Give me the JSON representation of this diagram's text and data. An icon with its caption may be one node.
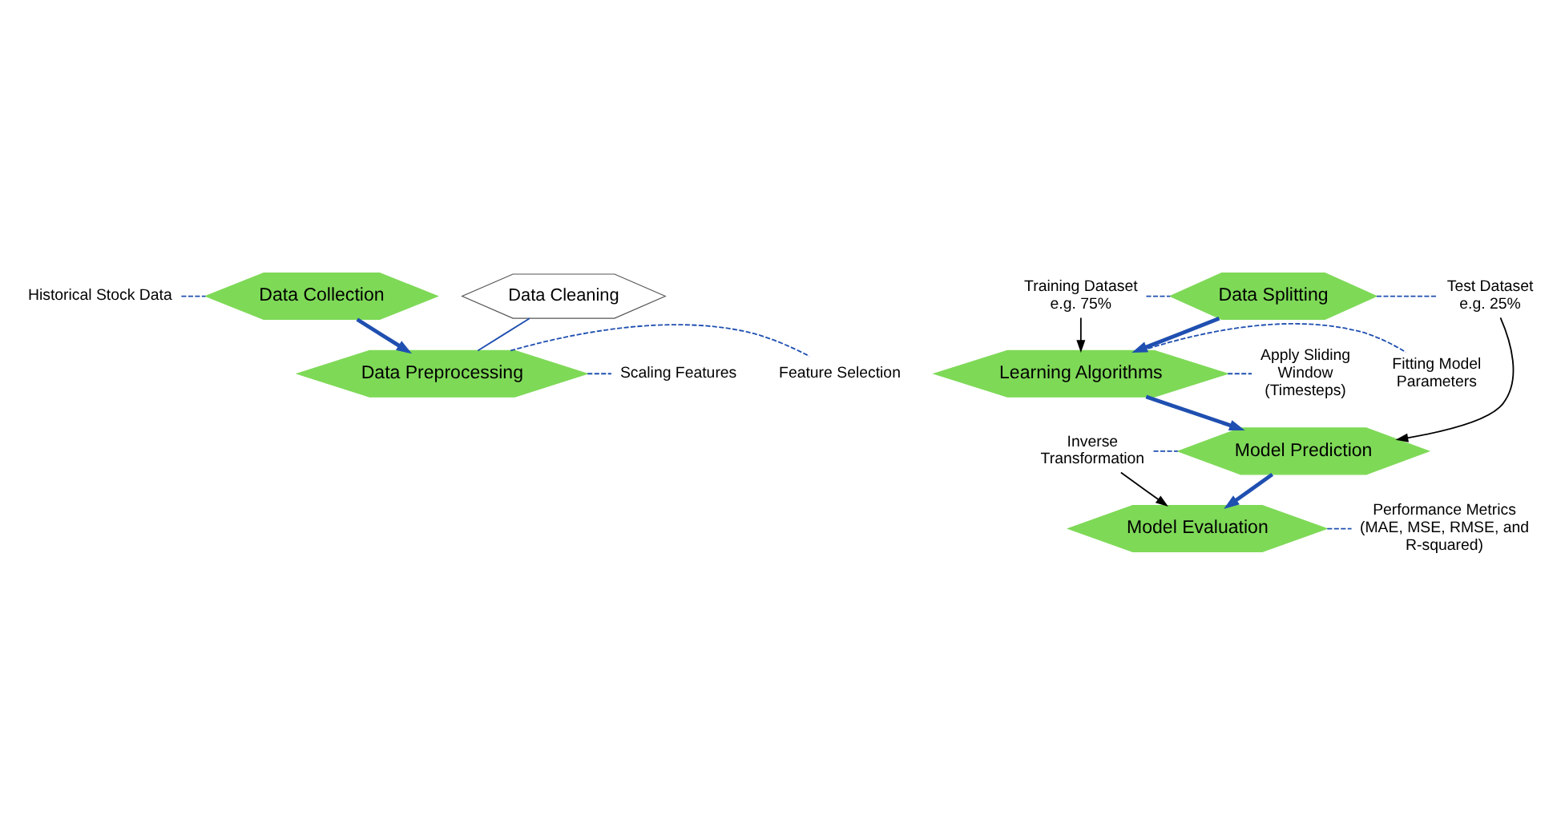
{
  "diagram": {
    "nodes": [
      {
        "text": [
          "Historical Stock Data"
        ]
      },
      {
        "text": [
          "Data Collection"
        ]
      },
      {
        "text": [
          "Data Cleaning"
        ]
      },
      {
        "text": [
          "Data Preprocessing"
        ]
      },
      {
        "text": [
          "Feature Selection"
        ]
      },
      {
        "text": [
          "Scaling Features"
        ]
      },
      {
        "text": [
          "Training Dataset e.g. 75%"
        ]
      },
      {
        "text": [
          "Data Splitting"
        ]
      },
      {
        "text": [
          "Test Dataset e.g. 25%"
        ]
      },
      {
        "text": [
          "Learning Algorithms"
        ]
      },
      {
        "text": [
          "Fitting Model Parameters"
        ]
      },
      {
        "text": [
          "Apply Sliding Window (Timesteps)"
        ]
      },
      {
        "text": [
          "Inverse Transformation"
        ]
      },
      {
        "text": [
          "Model Prediction"
        ]
      },
      {
        "text": [
          "Model Evaluation"
        ]
      },
      {
        "text": [
          "Performance Metrics (MAE, MSE, RMSE, and R-squared)"
        ]
      }
    ],
    "edges": [
      {
        "from": 0,
        "to": 1,
        "arrow": "none",
        "style": "dashed"
      },
      {
        "from": 1,
        "to": 3,
        "arrow": "to",
        "style": "thick"
      },
      {
        "from": 3,
        "to": 2,
        "arrow": "none"
      },
      {
        "from": 3,
        "to": 4,
        "arrow": "none",
        "style": "dashed"
      },
      {
        "from": 3,
        "to": 5,
        "arrow": "none",
        "style": "dashed"
      },
      {
        "from": 6,
        "to": 7,
        "arrow": "none",
        "style": "dashed"
      },
      {
        "from": 7,
        "to": 8,
        "arrow": "none",
        "style": "dashed"
      },
      {
        "from": 7,
        "to": 9,
        "arrow": "to",
        "style": "thick"
      },
      {
        "from": 6,
        "to": 9,
        "arrow": "to",
        "color": "#000000"
      },
      {
        "from": 9,
        "to": 10,
        "arrow": "none",
        "style": "dashed"
      },
      {
        "from": 9,
        "to": 11,
        "arrow": "none",
        "style": "dashed"
      },
      {
        "from": 9,
        "to": 13,
        "arrow": "to",
        "style": "thick"
      },
      {
        "from": 8,
        "to": 13,
        "arrow": "to",
        "color": "#000000"
      },
      {
        "from": 12,
        "to": 13,
        "arrow": "none",
        "style": "dashed"
      },
      {
        "from": 12,
        "to": 14,
        "arrow": "to",
        "color": "#000000"
      },
      {
        "from": 13,
        "to": 14,
        "arrow": "to",
        "style": "thick"
      },
      {
        "from": 14,
        "to": 15,
        "arrow": "none",
        "style": "dashed"
      }
    ]
  }
}
